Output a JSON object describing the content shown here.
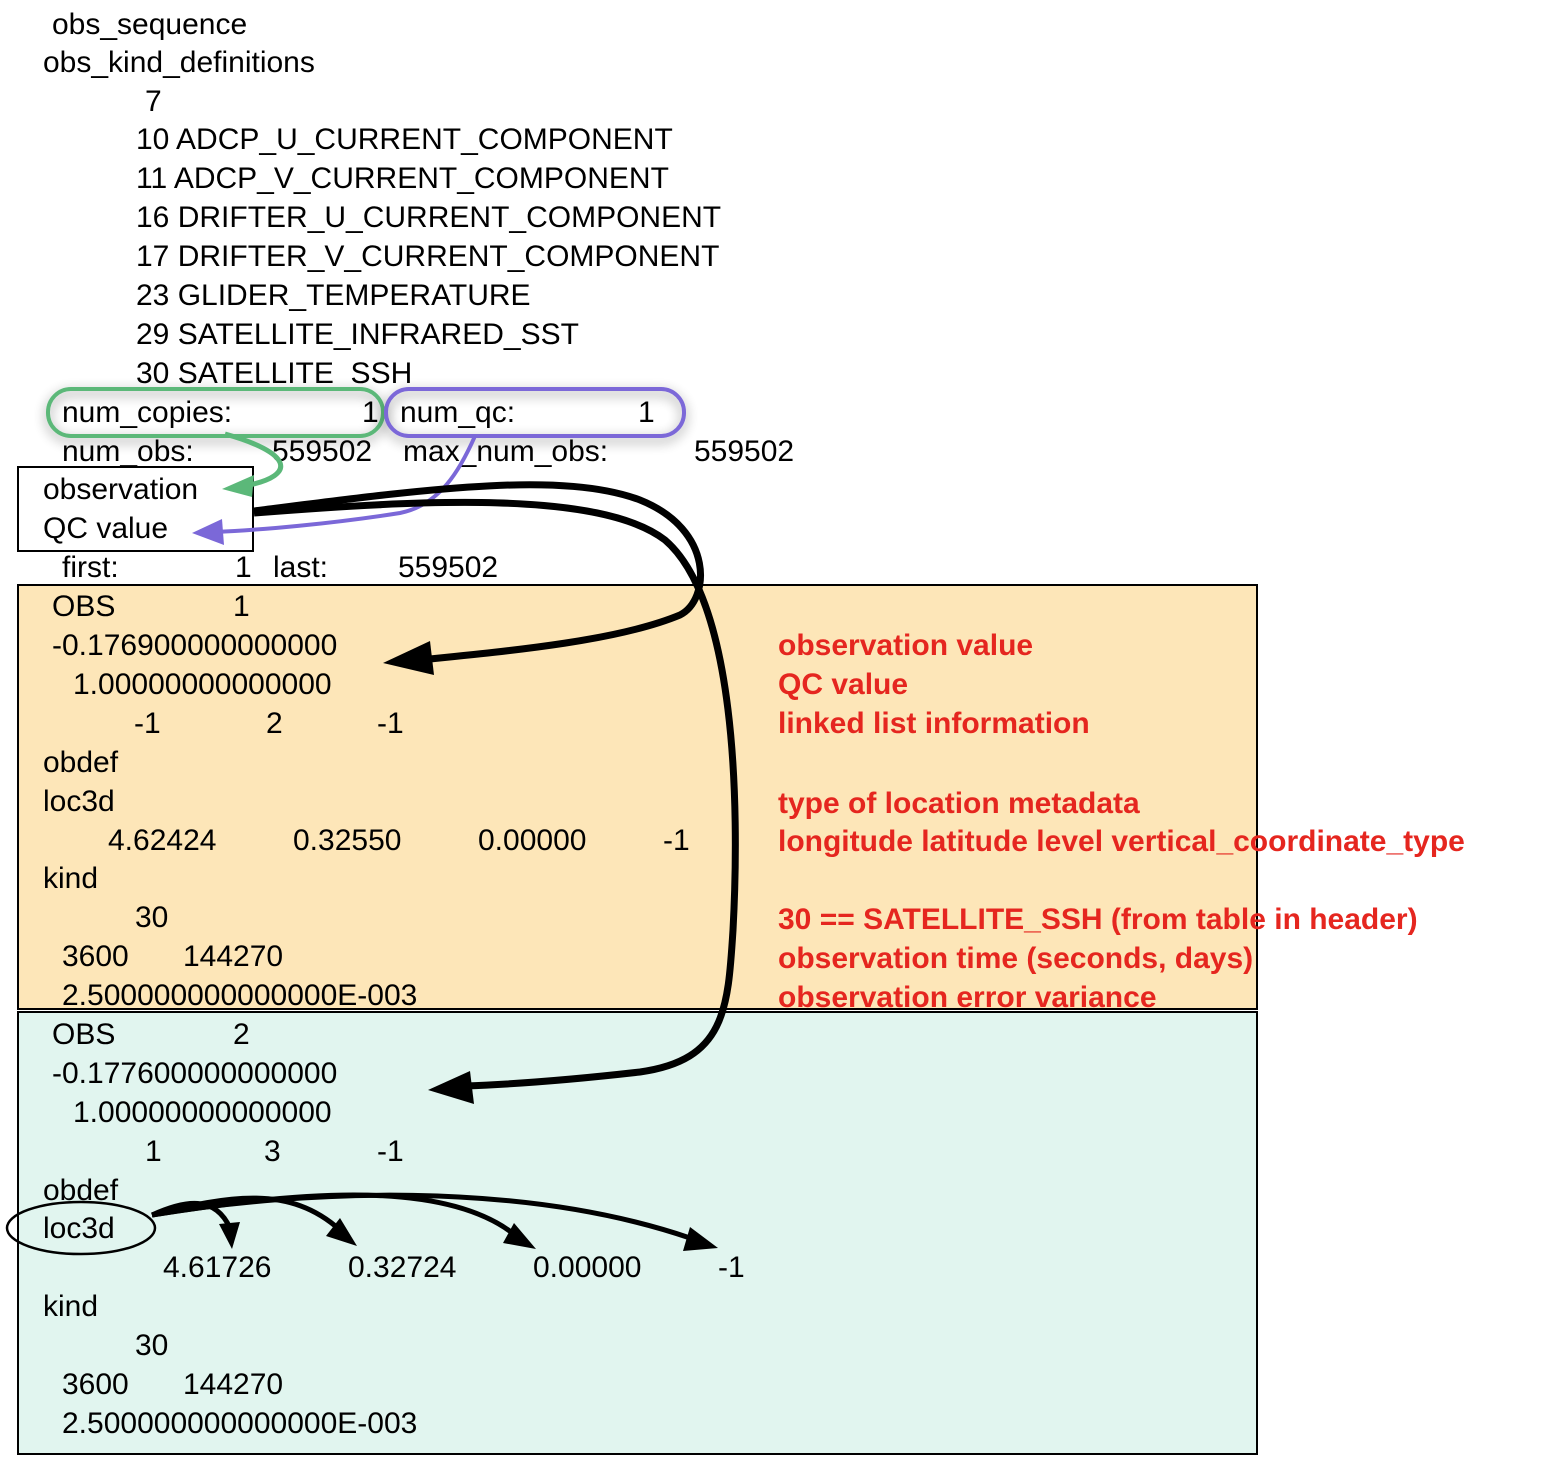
{
  "header": {
    "obs_sequence": "obs_sequence",
    "obs_kind_definitions": "obs_kind_definitions",
    "num_kinds": "7",
    "kinds": [
      "10 ADCP_U_CURRENT_COMPONENT",
      "11 ADCP_V_CURRENT_COMPONENT",
      "16 DRIFTER_U_CURRENT_COMPONENT",
      "17 DRIFTER_V_CURRENT_COMPONENT",
      "23 GLIDER_TEMPERATURE",
      "29 SATELLITE_INFRARED_SST",
      "30 SATELLITE_SSH"
    ],
    "num_copies_label": "num_copies:",
    "num_copies_value": "1",
    "num_qc_label": "num_qc:",
    "num_qc_value": "1",
    "num_obs_label": "num_obs:",
    "num_obs_value": "559502",
    "max_num_obs_label": "max_num_obs:",
    "max_num_obs_value": "559502",
    "copy_meta": [
      "observation",
      "QC value"
    ],
    "first_label": "first:",
    "first_value": "1",
    "last_label": "last:",
    "last_value": "559502"
  },
  "obs1": {
    "obs_label": "OBS",
    "obs_num": "1",
    "value": "-0.176900000000000",
    "qc": "1.00000000000000",
    "link": [
      "-1",
      "2",
      "-1"
    ],
    "obdef": "obdef",
    "loc_type": "loc3d",
    "loc": [
      "4.62424",
      "0.32550",
      "0.00000",
      "-1"
    ],
    "kind_label": "kind",
    "kind_value": "30",
    "time": [
      "3600",
      "144270"
    ],
    "error_variance": "2.500000000000000E-003"
  },
  "obs2": {
    "obs_label": "OBS",
    "obs_num": "2",
    "value": "-0.177600000000000",
    "qc": "1.00000000000000",
    "link": [
      "1",
      "3",
      "-1"
    ],
    "obdef": "obdef",
    "loc_type": "loc3d",
    "loc": [
      "4.61726",
      "0.32724",
      "0.00000",
      "-1"
    ],
    "kind_label": "kind",
    "kind_value": "30",
    "time": [
      "3600",
      "144270"
    ],
    "error_variance": "2.500000000000000E-003"
  },
  "annotations": [
    "observation value",
    "QC value",
    "linked list information",
    "type of location metadata",
    "longitude latitude level vertical_coordinate_type",
    "30 == SATELLITE_SSH (from table in header)",
    "observation time (seconds, days)",
    "observation error variance"
  ],
  "colors": {
    "obs1_background": "#fde6b8",
    "obs2_background": "#e1f5ef",
    "annotation_text": "#e5261f",
    "num_copies_highlight": "#5bb879",
    "num_qc_highlight": "#7b68d8",
    "arrows": "#000000"
  }
}
